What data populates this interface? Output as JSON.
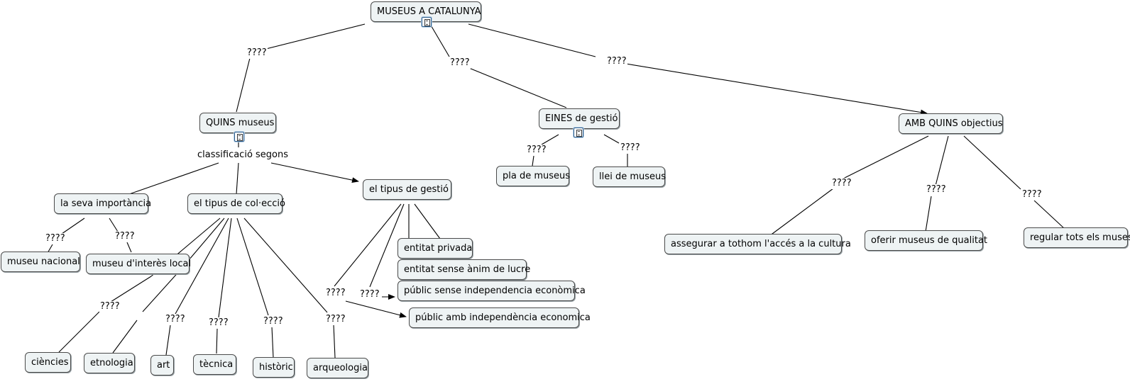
{
  "nodes": {
    "root": "MUSEUS A CATALUNYA",
    "quins": "QUINS museus",
    "eines": "EINES de gestió",
    "amb": "AMB QUINS objectius",
    "importancia": "la seva importància",
    "colleccio": "el tipus de col·ecció",
    "gestio": "el tipus de gestió",
    "nacional": "museu nacional",
    "local": "museu d'interès local",
    "ciencies": "ciències",
    "etnologia": "etnologia",
    "art": "art",
    "tecnica": "tècnica",
    "historic": "històric",
    "arqueologia": "arqueologia",
    "privada": "entitat privada",
    "lucre": "entitat sense ànim de lucre",
    "public_sense": "públic sense independencia econòmica",
    "public_amb": "públic amb independència economica",
    "pla": "pla de museus",
    "llei": "llei de museus",
    "cultura": "assegurar a tothom l'accés a la cultura",
    "qualitat": "oferir museus de qualitat",
    "muses": "regular tots els muses"
  },
  "links": {
    "classificacio": "classificació segons",
    "q": "????"
  },
  "icons": {
    "document": "document-icon"
  }
}
